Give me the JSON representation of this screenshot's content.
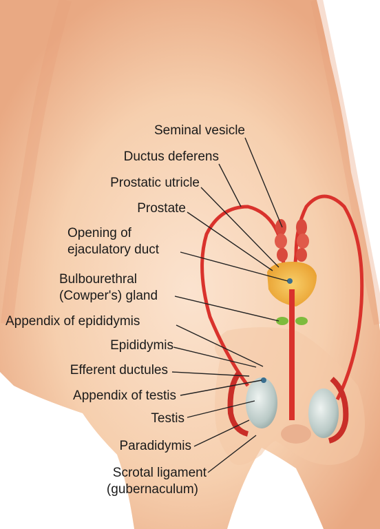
{
  "labels": {
    "seminal_vesicle": "Seminal vesicle",
    "ductus_deferens": "Ductus deferens",
    "prostatic_utricle": "Prostatic utricle",
    "prostate": "Prostate",
    "opening_line1": "Opening of",
    "opening_line2": "ejaculatory duct",
    "bulbourethral_line1": "Bulbourethral",
    "bulbourethral_line2": "(Cowper's) gland",
    "appendix_epididymis": "Appendix of epididymis",
    "epididymis": "Epididymis",
    "efferent_ductules": "Efferent ductules",
    "appendix_testis": "Appendix of testis",
    "testis": "Testis",
    "paradidymis": "Paradidymis",
    "scrotal_line1": "Scrotal ligament",
    "scrotal_line2": "(gubernaculum)"
  },
  "colors": {
    "skin": "#f3c7a3",
    "skin_shadow": "#e4a27c",
    "duct": "#d9322c",
    "prostate": "#f2b441",
    "gland": "#7dbb3d",
    "testis": "#c9d5d2",
    "leader": "#222222"
  }
}
